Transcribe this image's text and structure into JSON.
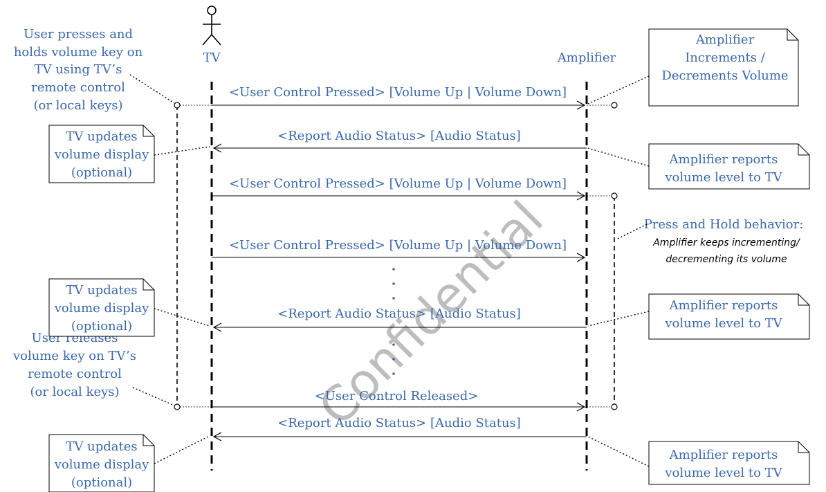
{
  "actors": {
    "tv": "TV",
    "amplifier": "Amplifier"
  },
  "messages": [
    {
      "label": "<User Control Pressed> [Volume Up  |  Volume Down]",
      "direction": "right"
    },
    {
      "label": "<Report Audio Status> [Audio Status]",
      "direction": "left"
    },
    {
      "label": "<User Control Pressed> [Volume Up  |  Volume Down]",
      "direction": "right"
    },
    {
      "label": "<User Control Pressed> [Volume Up  |  Volume Down]",
      "direction": "right"
    },
    {
      "label": "<Report Audio Status> [Audio Status]",
      "direction": "left"
    },
    {
      "label": "<User Control Released>",
      "direction": "right"
    },
    {
      "label": "<Report Audio Status> [Audio Status]",
      "direction": "left"
    }
  ],
  "left_annotations": {
    "press": [
      "User presses and",
      "holds volume key on",
      "TV using TV’s",
      "remote control",
      "(or local keys)"
    ],
    "release": [
      "User releases",
      "volume key on TV’s",
      "remote control",
      "(or local keys)"
    ]
  },
  "notes": {
    "tv_update_1": [
      "TV updates",
      "volume display",
      "(optional)"
    ],
    "tv_update_2": [
      "TV updates",
      "volume display",
      "(optional)"
    ],
    "tv_update_3": [
      "TV updates",
      "volume display",
      "(optional)"
    ],
    "amp_increments": [
      "Amplifier",
      "Increments /",
      "Decrements Volume"
    ],
    "amp_reports_1": [
      "Amplifier  reports",
      "volume level to TV"
    ],
    "amp_reports_2": [
      "Amplifier  reports",
      "volume level to TV"
    ],
    "amp_reports_3": [
      "Amplifier  reports",
      "volume level to TV"
    ]
  },
  "press_hold": {
    "title": "Press and Hold behavior:",
    "line1": "Amplifier keeps incrementing/",
    "line2": "decrementing its volume"
  },
  "watermark": "Confidential",
  "colors": {
    "text": "#3a68ad",
    "line": "#000000",
    "watermark": "#bdbdbd"
  }
}
